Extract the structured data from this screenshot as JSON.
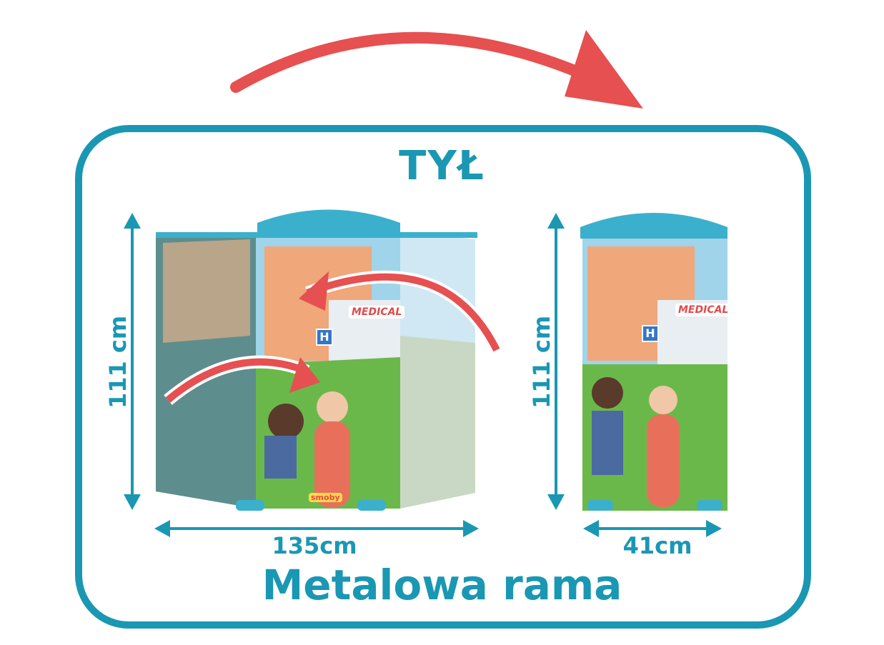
{
  "title": "TYŁ",
  "footer": "Metalowa rama",
  "dimensions": {
    "large_height": "111 cm",
    "large_width": "135cm",
    "small_height": "111 cm",
    "small_width": "41cm"
  },
  "signs": {
    "medical": "MEDICAL",
    "hospital": "H",
    "brand_logo": "smoby"
  },
  "colors": {
    "teal": "#1a97b3",
    "red": "#e65050"
  }
}
